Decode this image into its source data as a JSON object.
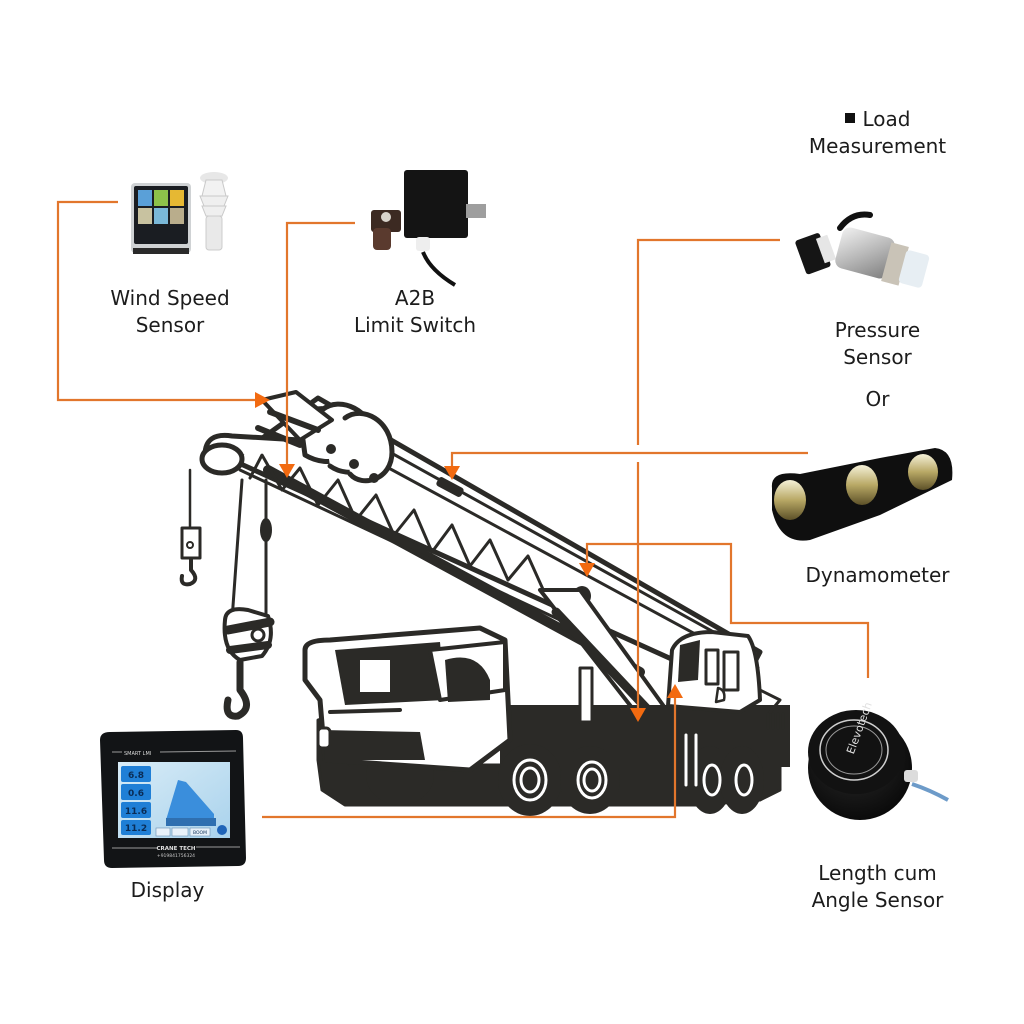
{
  "accent_color": "#e2762c",
  "arrow_color": "#f26a10",
  "ink_color": "#2b2a27",
  "section_heading": {
    "bullet_icon": "black-square-icon",
    "line1": "Load",
    "line2": "Measurement"
  },
  "components": {
    "wind_speed_sensor": {
      "line1": "Wind Speed",
      "line2": "Sensor",
      "icon": "weather-station-icon"
    },
    "a2b_limit_switch": {
      "line1": "A2B",
      "line2": "Limit Switch",
      "icon": "limit-switch-icon"
    },
    "pressure_sensor": {
      "line1": "Pressure",
      "line2": "Sensor",
      "icon": "pressure-transducer-icon"
    },
    "or_separator": "Or",
    "dynamometer": {
      "label": "Dynamometer",
      "icon": "dynamometer-icon"
    },
    "length_angle_sensor": {
      "line1": "Length cum",
      "line2": "Angle Sensor",
      "icon": "cable-reel-sensor-icon",
      "brand_text": "Elevotech"
    },
    "display": {
      "label": "Display",
      "icon": "lmi-display-icon",
      "bezel_top": "SMART LMI",
      "bezel_bottom": "CRANE TECH",
      "phone": "+919841756324",
      "readouts": [
        "6.8",
        "0.6",
        "11.6",
        "11.2"
      ],
      "buttons": [
        "",
        "BOOM",
        ""
      ]
    }
  },
  "illustration": {
    "subject": "mobile-truck-crane-icon"
  }
}
